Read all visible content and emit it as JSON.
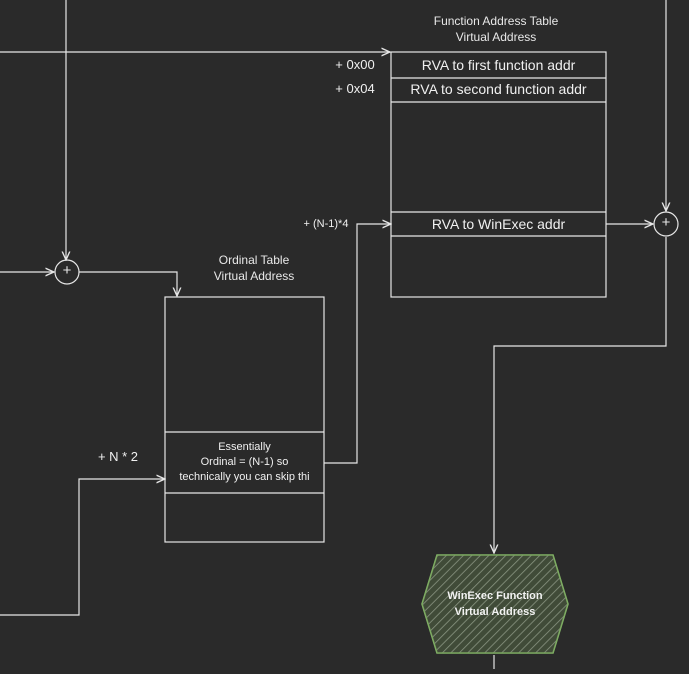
{
  "diagram": {
    "function_table": {
      "title": "Function Address Table\nVirtual Address",
      "rows": [
        {
          "offset": "+ 0x00",
          "label": "RVA to first function addr"
        },
        {
          "offset": "+ 0x04",
          "label": "RVA to second function addr"
        },
        {
          "offset": "+ (N-1)*4",
          "label": "RVA to WinExec addr"
        }
      ]
    },
    "ordinal_table": {
      "title": "Ordinal Table\nVirtual Address",
      "offset": "+ N * 2",
      "note_line1": "Essentially",
      "note_line2": "Ordinal = (N-1) so",
      "note_line3": "technically you can skip thi"
    },
    "result": {
      "label": "WinExec Function\nVirtual Address",
      "fill_color": "#6a8a52",
      "stroke_color": "#82b366"
    },
    "adders": [
      {
        "symbol": "+"
      },
      {
        "symbol": "+"
      }
    ],
    "colors": {
      "background": "#2a2a2a",
      "line": "#e6e6e6"
    }
  }
}
